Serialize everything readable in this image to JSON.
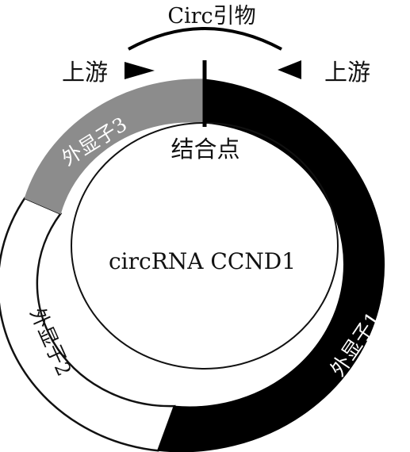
{
  "primer_label": "Circ引物",
  "upstream_left": "上游",
  "upstream_right": "上游",
  "junction_label": "结合点",
  "center_label": "circRNA CCND1",
  "exons": [
    {
      "label": "外显子1",
      "fill": "#000000",
      "text_color": "#ffffff"
    },
    {
      "label": "外显子2",
      "fill": "#ffffff",
      "text_color": "#111111"
    },
    {
      "label": "外显子3",
      "fill": "#8c8c8c",
      "text_color": "#ffffff"
    }
  ],
  "colors": {
    "outline": "#111111",
    "background": "#ffffff"
  }
}
